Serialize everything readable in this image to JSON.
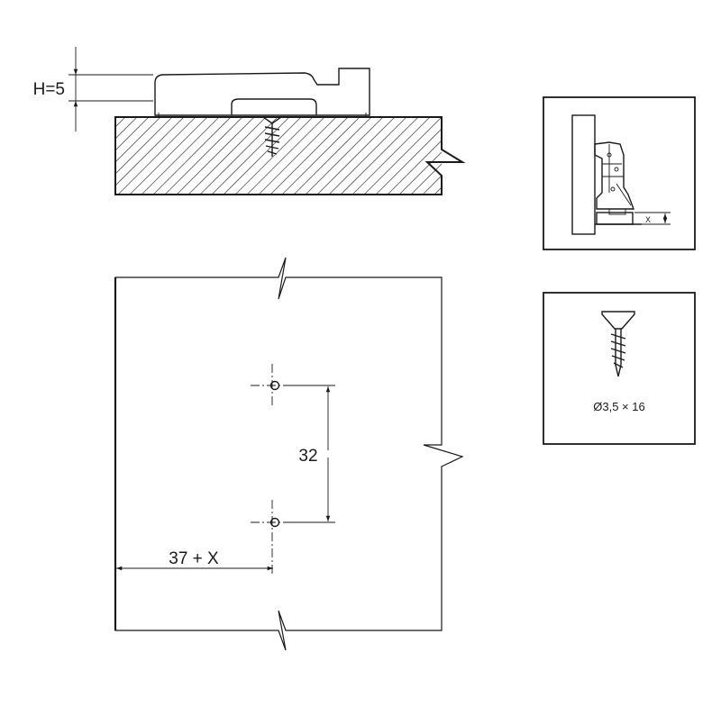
{
  "top_view": {
    "height_label": "H=5"
  },
  "drilling": {
    "spacing_label": "32",
    "offset_label": "37 + X"
  },
  "inset_hinge": {
    "x_label": "X"
  },
  "inset_screw": {
    "size_label": "Ø3,5 × 16"
  }
}
